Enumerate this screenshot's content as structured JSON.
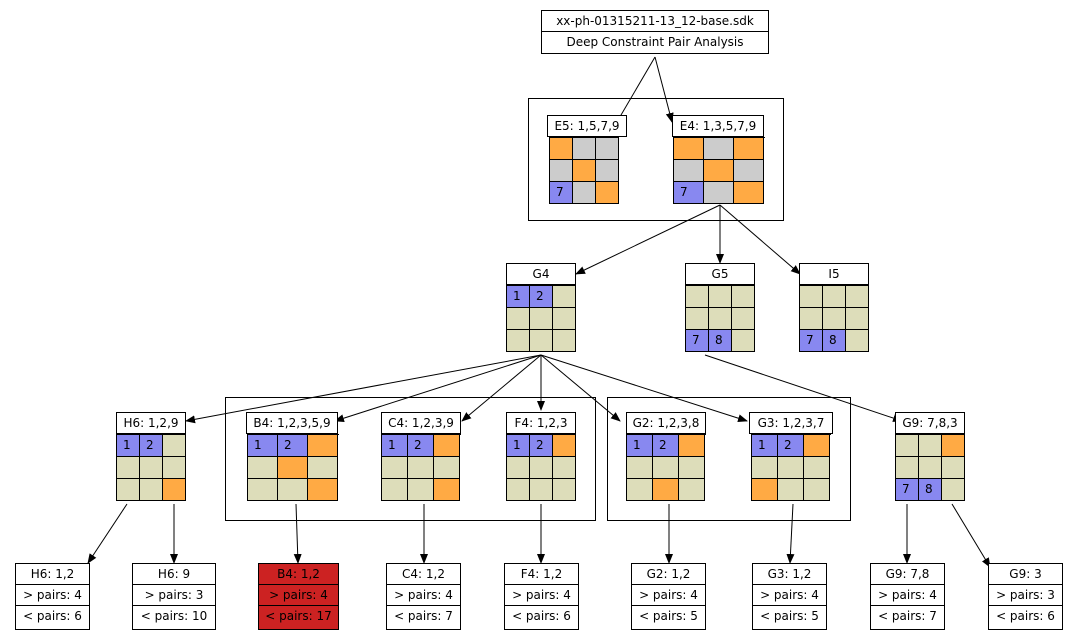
{
  "colors": {
    "purple": "#8888f0",
    "orange": "#ffaa44",
    "gray": "#cccccc",
    "tan": "#ddddba",
    "red": "#cc2222"
  },
  "root": {
    "file": "xx-ph-01315211-13_12-base.sdk",
    "subtitle": "Deep Constraint Pair Analysis"
  },
  "nodes": {
    "E5": {
      "title": "E5: 1,5,7,9",
      "cells": [
        [
          "orange",
          ""
        ],
        [
          "gray",
          ""
        ],
        [
          "gray",
          ""
        ],
        [
          "gray",
          ""
        ],
        [
          "orange",
          ""
        ],
        [
          "gray",
          ""
        ],
        [
          "purple",
          "7"
        ],
        [
          "gray",
          ""
        ],
        [
          "orange",
          ""
        ]
      ]
    },
    "E4": {
      "title": "E4: 1,3,5,7,9",
      "cells": [
        [
          "orange",
          ""
        ],
        [
          "gray",
          ""
        ],
        [
          "orange",
          ""
        ],
        [
          "gray",
          ""
        ],
        [
          "orange",
          ""
        ],
        [
          "gray",
          ""
        ],
        [
          "purple",
          "7"
        ],
        [
          "gray",
          ""
        ],
        [
          "orange",
          ""
        ]
      ]
    },
    "G4": {
      "title": "G4",
      "cells": [
        [
          "purple",
          "1"
        ],
        [
          "purple",
          "2"
        ],
        [
          "tan",
          ""
        ],
        [
          "tan",
          ""
        ],
        [
          "tan",
          ""
        ],
        [
          "tan",
          ""
        ],
        [
          "tan",
          ""
        ],
        [
          "tan",
          ""
        ],
        [
          "tan",
          ""
        ]
      ]
    },
    "G5": {
      "title": "G5",
      "cells": [
        [
          "tan",
          ""
        ],
        [
          "tan",
          ""
        ],
        [
          "tan",
          ""
        ],
        [
          "tan",
          ""
        ],
        [
          "tan",
          ""
        ],
        [
          "tan",
          ""
        ],
        [
          "purple",
          "7"
        ],
        [
          "purple",
          "8"
        ],
        [
          "tan",
          ""
        ]
      ]
    },
    "I5": {
      "title": "I5",
      "cells": [
        [
          "tan",
          ""
        ],
        [
          "tan",
          ""
        ],
        [
          "tan",
          ""
        ],
        [
          "tan",
          ""
        ],
        [
          "tan",
          ""
        ],
        [
          "tan",
          ""
        ],
        [
          "purple",
          "7"
        ],
        [
          "purple",
          "8"
        ],
        [
          "tan",
          ""
        ]
      ]
    },
    "H6": {
      "title": "H6: 1,2,9",
      "cells": [
        [
          "purple",
          "1"
        ],
        [
          "purple",
          "2"
        ],
        [
          "tan",
          ""
        ],
        [
          "tan",
          ""
        ],
        [
          "tan",
          ""
        ],
        [
          "tan",
          ""
        ],
        [
          "tan",
          ""
        ],
        [
          "tan",
          ""
        ],
        [
          "orange",
          ""
        ]
      ]
    },
    "B4": {
      "title": "B4: 1,2,3,5,9",
      "cells": [
        [
          "purple",
          "1"
        ],
        [
          "purple",
          "2"
        ],
        [
          "orange",
          ""
        ],
        [
          "tan",
          ""
        ],
        [
          "orange",
          ""
        ],
        [
          "tan",
          ""
        ],
        [
          "tan",
          ""
        ],
        [
          "tan",
          ""
        ],
        [
          "orange",
          ""
        ]
      ]
    },
    "C4": {
      "title": "C4: 1,2,3,9",
      "cells": [
        [
          "purple",
          "1"
        ],
        [
          "purple",
          "2"
        ],
        [
          "orange",
          ""
        ],
        [
          "tan",
          ""
        ],
        [
          "tan",
          ""
        ],
        [
          "tan",
          ""
        ],
        [
          "tan",
          ""
        ],
        [
          "tan",
          ""
        ],
        [
          "orange",
          ""
        ]
      ]
    },
    "F4": {
      "title": "F4: 1,2,3",
      "cells": [
        [
          "purple",
          "1"
        ],
        [
          "purple",
          "2"
        ],
        [
          "orange",
          ""
        ],
        [
          "tan",
          ""
        ],
        [
          "tan",
          ""
        ],
        [
          "tan",
          ""
        ],
        [
          "tan",
          ""
        ],
        [
          "tan",
          ""
        ],
        [
          "tan",
          ""
        ]
      ]
    },
    "G2": {
      "title": "G2: 1,2,3,8",
      "cells": [
        [
          "purple",
          "1"
        ],
        [
          "purple",
          "2"
        ],
        [
          "orange",
          ""
        ],
        [
          "tan",
          ""
        ],
        [
          "tan",
          ""
        ],
        [
          "tan",
          ""
        ],
        [
          "tan",
          ""
        ],
        [
          "orange",
          ""
        ],
        [
          "tan",
          ""
        ]
      ]
    },
    "G3": {
      "title": "G3: 1,2,3,7",
      "cells": [
        [
          "purple",
          "1"
        ],
        [
          "purple",
          "2"
        ],
        [
          "orange",
          ""
        ],
        [
          "tan",
          ""
        ],
        [
          "tan",
          ""
        ],
        [
          "tan",
          ""
        ],
        [
          "orange",
          ""
        ],
        [
          "tan",
          ""
        ],
        [
          "tan",
          ""
        ]
      ]
    },
    "G9": {
      "title": "G9: 7,8,3",
      "cells": [
        [
          "tan",
          ""
        ],
        [
          "tan",
          ""
        ],
        [
          "orange",
          ""
        ],
        [
          "tan",
          ""
        ],
        [
          "tan",
          ""
        ],
        [
          "tan",
          ""
        ],
        [
          "purple",
          "7"
        ],
        [
          "purple",
          "8"
        ],
        [
          "tan",
          ""
        ]
      ]
    }
  },
  "leaves": {
    "H6a": {
      "title": "H6: 1,2",
      "gt": "> pairs: 4",
      "lt": "< pairs: 6"
    },
    "H6b": {
      "title": "H6: 9",
      "gt": "> pairs: 3",
      "lt": "< pairs: 10"
    },
    "B4": {
      "title": "B4: 1,2",
      "gt": "> pairs: 4",
      "lt": "< pairs: 17"
    },
    "C4": {
      "title": "C4: 1,2",
      "gt": "> pairs: 4",
      "lt": "< pairs: 7"
    },
    "F4": {
      "title": "F4: 1,2",
      "gt": "> pairs: 4",
      "lt": "< pairs: 6"
    },
    "G2": {
      "title": "G2: 1,2",
      "gt": "> pairs: 4",
      "lt": "< pairs: 5"
    },
    "G3": {
      "title": "G3: 1,2",
      "gt": "> pairs: 4",
      "lt": "< pairs: 5"
    },
    "G9a": {
      "title": "G9: 7,8",
      "gt": "> pairs: 4",
      "lt": "< pairs: 7"
    },
    "G9b": {
      "title": "G9: 3",
      "gt": "> pairs: 3",
      "lt": "< pairs: 6"
    }
  }
}
